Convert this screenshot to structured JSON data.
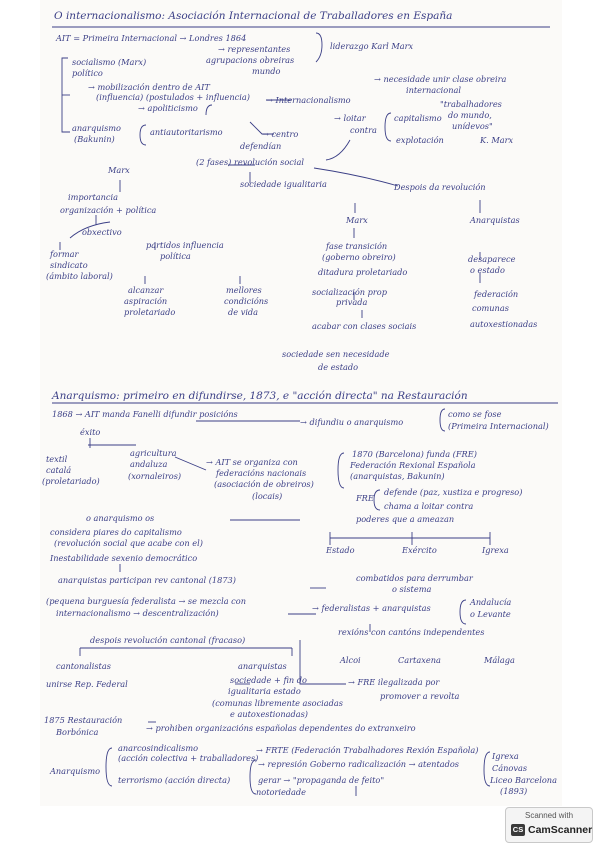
{
  "section1": {
    "title": "O internacionalismo: Asociación Internacional de Traballadores en España",
    "lines": [
      "AIT = Primeira Internacional → Londres 1864",
      "→ representantes",
      "agrupacions obreiras",
      "mundo",
      "liderazgo Karl Marx",
      "socialismo (Marx)",
      "político",
      "→ necesidade unir clase obreira",
      "internacional",
      "→ mobilización dentro de AIT",
      "(influencia) (postulados + influencia)",
      "→ apoliticismo",
      "→ Internacionalismo",
      "\"trabalhadores",
      "do mundo,",
      "unídevos\"",
      "K. Marx",
      "anarquismo",
      "(Bakunin)",
      "antiautoritarismo",
      "→ loitar",
      "contra",
      "capitalismo",
      "explotación",
      "→ centro",
      "defendían",
      "Marx",
      "(2 fases) revolución social",
      "sociedade igualitaria",
      "Despois da revolución",
      "importancia",
      "organización + política",
      "obxectivo",
      "formar",
      "sindicato",
      "(ámbito laboral)",
      "partidos influencia",
      "política",
      "Marx",
      "Anarquistas",
      "fase transición",
      "(goberno obreiro)",
      "ditadura proletariado",
      "socialización prop",
      "privada",
      "acabar con clases sociais",
      "sociedade sen necesidade",
      "de estado",
      "alcanzar",
      "aspiración",
      "proletariado",
      "mellores",
      "condicións",
      "de vida",
      "desaparece",
      "o estado",
      "federación",
      "comunas",
      "autoxestionadas"
    ]
  },
  "section2": {
    "title": "Anarquismo: primeiro en difundirse, 1873, e \"acción directa\" na Restauración",
    "lines": [
      "1868 → AIT manda Fanelli difundir posicións",
      "como se fose",
      "(Primeira Internacional)",
      "→ difundiu o anarquismo",
      "éxito",
      "textil",
      "catalá",
      "(proletariado)",
      "agricultura",
      "andaluza",
      "(xornaleiros)",
      "→ AIT se organiza con",
      "federacións nacionais",
      "(asociación de obreiros)",
      "(locais)",
      "1870 (Barcelona) funda (FRE)",
      "Federación Rexional Española",
      "(anarquistas, Bakunin)",
      "FRE",
      "defende (paz, xustiza e progreso)",
      "chama a loitar contra",
      "poderes que a ameazan",
      "o anarquismo os",
      "considera piares do capitalismo",
      "(revolución social que acabe con el)",
      "Estado",
      "Exército",
      "Igrexa",
      "Inestabilidade sexenio democrático",
      "anarquistas participan rev cantonal (1873)",
      "combatidos para derrumbar",
      "o sistema",
      "(pequena burguesía federalista → se mezcla con",
      "internacionalismo → descentralización)",
      "→ federalistas + anarquistas",
      "Andalucía",
      "o Levante",
      "rexións con cantóns independentes",
      "despois revolución cantonal (fracaso)",
      "cantonalistas",
      "unirse Rep. Federal",
      "anarquistas",
      "sociedade + fin do",
      "igualitaria  estado",
      "(comunas libremente asociadas",
      "e autoxestionadas)",
      "Alcoi",
      "Cartaxena",
      "Málaga",
      "→ FRE ilegalizada por",
      "promover a revolta",
      "1875 Restauración",
      "Borbónica",
      "→ prohiben organizacións españolas dependentes do extranxeiro",
      "anarcosindicalismo",
      "(acción colectiva + traballadores)",
      "→ FRTE (Federación Trabalhadores Rexión Española)",
      "Anarquismo",
      "terrorismo (acción directa)",
      "→ represión Goberno radicalización → atentados",
      "Igrexa",
      "Cánovas",
      "Liceo Barcelona",
      "(1893)",
      "gerar → \"propaganda de feito\"",
      "notoriedade"
    ]
  },
  "scanner_badge": {
    "subtitle": "Scanned with",
    "name": "CamScanner",
    "icon": "cs-logo-icon",
    "icon_text": "CS"
  }
}
